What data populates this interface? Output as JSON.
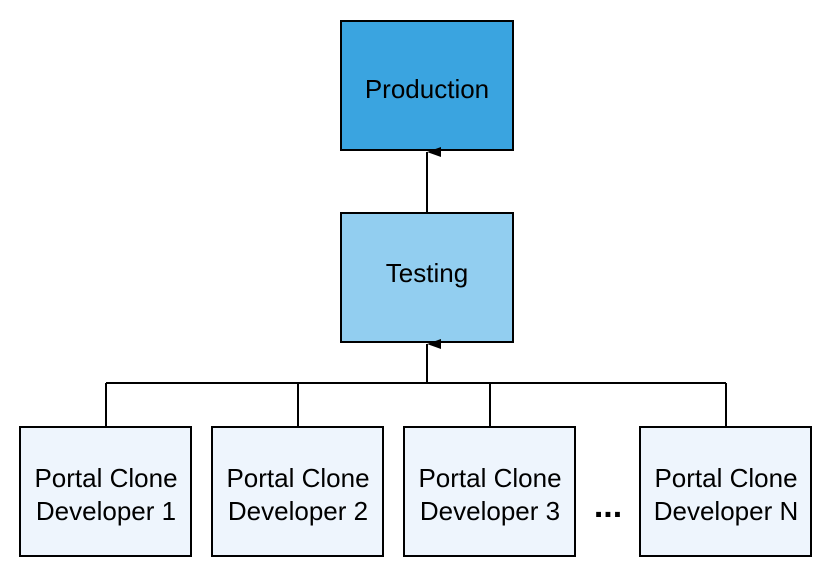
{
  "colors": {
    "production_fill": "#3AA4E0",
    "testing_fill": "#92CEF0",
    "developer_fill": "#EEF5FD",
    "stroke": "#000000"
  },
  "nodes": {
    "production": {
      "label": "Production"
    },
    "testing": {
      "label": "Testing"
    },
    "developers": [
      {
        "line1": "Portal Clone",
        "line2": "Developer 1"
      },
      {
        "line1": "Portal Clone",
        "line2": "Developer 2"
      },
      {
        "line1": "Portal Clone",
        "line2": "Developer 3"
      },
      {
        "line1": "Portal Clone",
        "line2": "Developer N"
      }
    ]
  },
  "ellipsis": "..."
}
